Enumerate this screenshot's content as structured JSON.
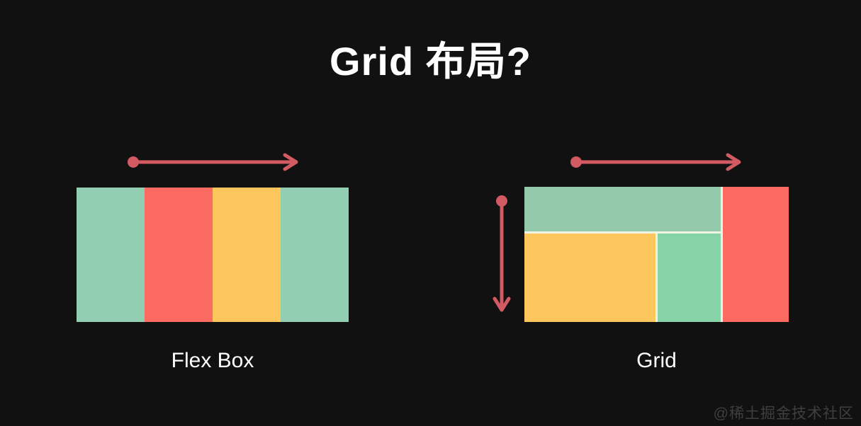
{
  "page": {
    "title": "Grid 布局?",
    "watermark": "@稀土掘金技术社区"
  },
  "colors": {
    "background": "#111111",
    "title_text": "#ffffff",
    "label_text": "#ffffff",
    "arrow": "#d25a63",
    "gap": "#eef3e2",
    "watermark_text": "#3f3f3f"
  },
  "flexbox_diagram": {
    "label": "Flex Box",
    "axis": "horizontal",
    "cells": [
      {
        "name": "flex-item-1",
        "color": "#92ceb1"
      },
      {
        "name": "flex-item-2",
        "color": "#fc6b61"
      },
      {
        "name": "flex-item-3",
        "color": "#fdc75e"
      },
      {
        "name": "flex-item-4",
        "color": "#92ceb1"
      }
    ]
  },
  "grid_diagram": {
    "label": "Grid",
    "axes": [
      "horizontal",
      "vertical"
    ],
    "cells": [
      {
        "name": "grid-header-top-span",
        "color": "#94c9ac"
      },
      {
        "name": "grid-main-bottom-left",
        "color": "#fdc75e"
      },
      {
        "name": "grid-aside-bottom-middle",
        "color": "#85d3a6"
      },
      {
        "name": "grid-sidebar-right-full",
        "color": "#fc6b61"
      }
    ]
  }
}
